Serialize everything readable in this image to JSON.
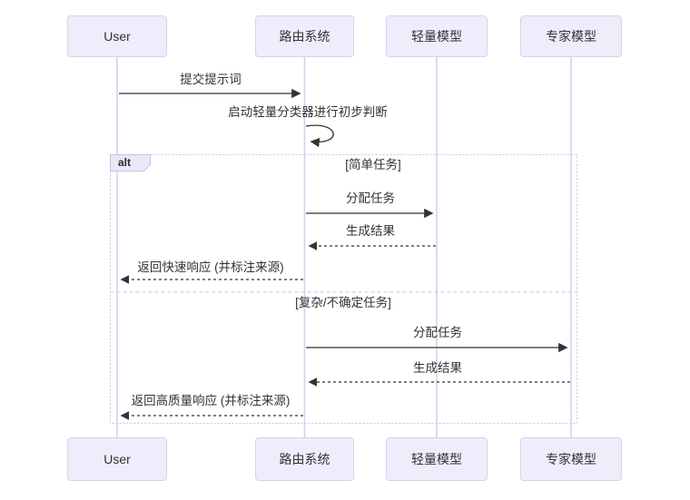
{
  "diagram": {
    "type": "sequence-diagram",
    "actors": [
      "User",
      "路由系统",
      "轻量模型",
      "专家模型"
    ],
    "messages": {
      "submit_prompt": "提交提示词",
      "start_classifier": "启动轻量分类器进行初步判断",
      "assign_task_light": "分配任务",
      "generate_result_light": "生成结果",
      "return_fast": "返回快速响应 (并标注来源)",
      "assign_task_expert": "分配任务",
      "generate_result_expert": "生成结果",
      "return_quality": "返回高质量响应 (并标注来源)"
    },
    "alt_block": {
      "label": "alt",
      "case_simple": "[简单任务]",
      "case_complex": "[复杂/不确定任务]"
    },
    "colors": {
      "actor_fill": "#efedfb",
      "actor_border": "#d6d2ef",
      "lifeline": "#d5d1f2",
      "frame_border": "#c6c2ea",
      "label_box_fill": "#eae8f6",
      "arrow": "#333333",
      "text": "#333333"
    }
  }
}
